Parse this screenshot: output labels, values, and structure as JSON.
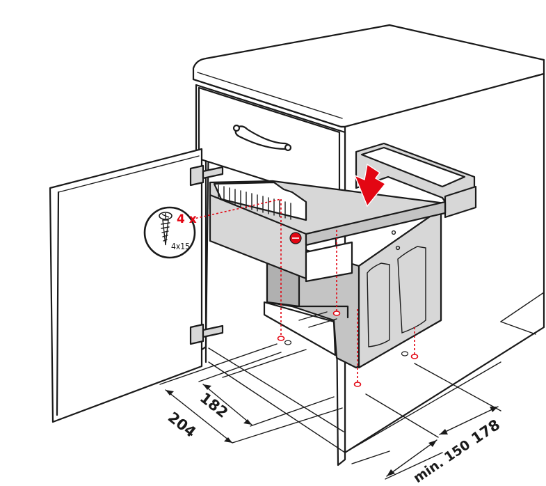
{
  "callout": {
    "quantity": "4 x",
    "screw_size": "4x15"
  },
  "dimensions": {
    "d204": "204",
    "d182": "182",
    "dmin150": "min. 150",
    "d178": "178"
  },
  "colors": {
    "accent_red": "#e30613",
    "line": "#1a1a1a",
    "bin_grey": "#c4c4c4"
  },
  "icons": [
    "screw-icon",
    "down-arrow-icon",
    "brand-badge-icon"
  ]
}
